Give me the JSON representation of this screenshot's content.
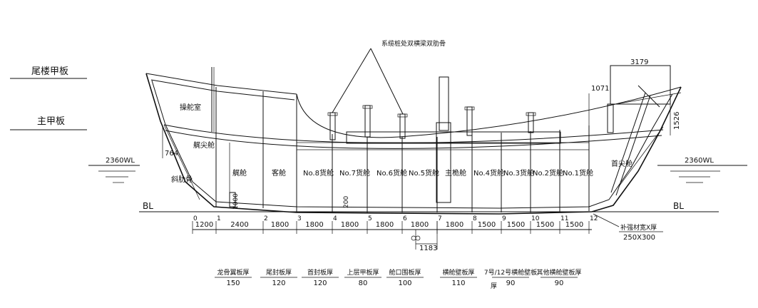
{
  "side_labels": {
    "poop_deck": "尾楼甲板",
    "main_deck": "主甲板"
  },
  "waterline": "2360WL",
  "baseline": "BL",
  "top_note": "系缆桩处双横梁双肋骨",
  "dimensions": {
    "left_764": "764",
    "top_3179": "3179",
    "top_1071": "1071",
    "right_1526": "1526",
    "mast_1183": "1183",
    "keel_1000": "1000",
    "hold_200": "200"
  },
  "compartments": {
    "cabin": "操舵室",
    "tail_tip": "艉尖舱",
    "stern_chain": "斜肋骨",
    "rudder": "艉舱",
    "passenger": "客舱",
    "no8": "No.8货舱",
    "no7": "No.7货舱",
    "no6": "No.6货舱",
    "no5": "No.5货舱",
    "mast": "主桅舱",
    "no4": "No.4货舱",
    "no3": "No.3货舱",
    "no2": "No.2货舱",
    "no1": "No.1货舱",
    "bow": "首尖舱"
  },
  "frames": [
    "0",
    "1",
    "2",
    "3",
    "4",
    "5",
    "6",
    "7",
    "8",
    "9",
    "10",
    "11",
    "12"
  ],
  "spacings": [
    "1200",
    "2400",
    "1800",
    "1800",
    "1800",
    "1800",
    "1800",
    "1800",
    "1500",
    "1500",
    "1500",
    "1500"
  ],
  "callout": {
    "title": "补强材宽X厚",
    "value": "250X300"
  },
  "thickness_table": [
    {
      "label": "龙骨翼板厚",
      "value": "150"
    },
    {
      "label": "尾封板厚",
      "value": "120"
    },
    {
      "label": "首封板厚",
      "value": "120"
    },
    {
      "label": "上层甲板厚",
      "value": "80"
    },
    {
      "label": "舱口围板厚",
      "value": "100"
    },
    {
      "label": "横舱壁板厚",
      "value": "110"
    },
    {
      "label": "7号/12号横舱壁板",
      "value": "90"
    },
    {
      "label": "其他横舱壁板厚",
      "value": "90"
    }
  ],
  "table_extra": "厚"
}
